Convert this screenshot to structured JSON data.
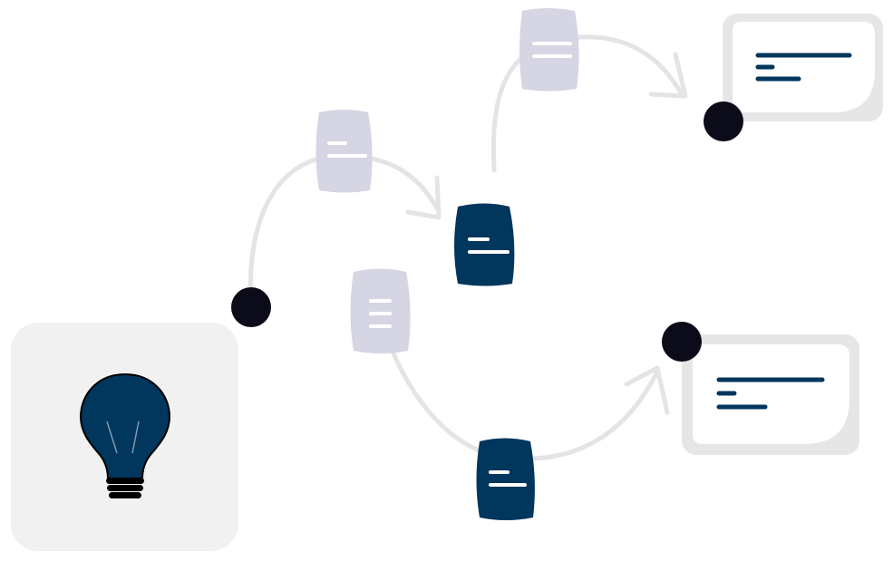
{
  "diagram": {
    "type": "idea-to-output flow illustration",
    "colors": {
      "primary": "#01365d",
      "secondary": "#d5d5e3",
      "connector": "#e4e4e4",
      "node": "#0b0b1a",
      "tile": "#f1f1f1",
      "card_shadow": "#e6e6e6",
      "bulb_base": "#000000"
    },
    "icons": {
      "source": "lightbulb-icon",
      "draft": "document-icon",
      "output": "text-card-icon"
    },
    "counts": {
      "light_documents": 3,
      "dark_documents": 2,
      "output_cards": 2,
      "connection_nodes": 3
    }
  }
}
